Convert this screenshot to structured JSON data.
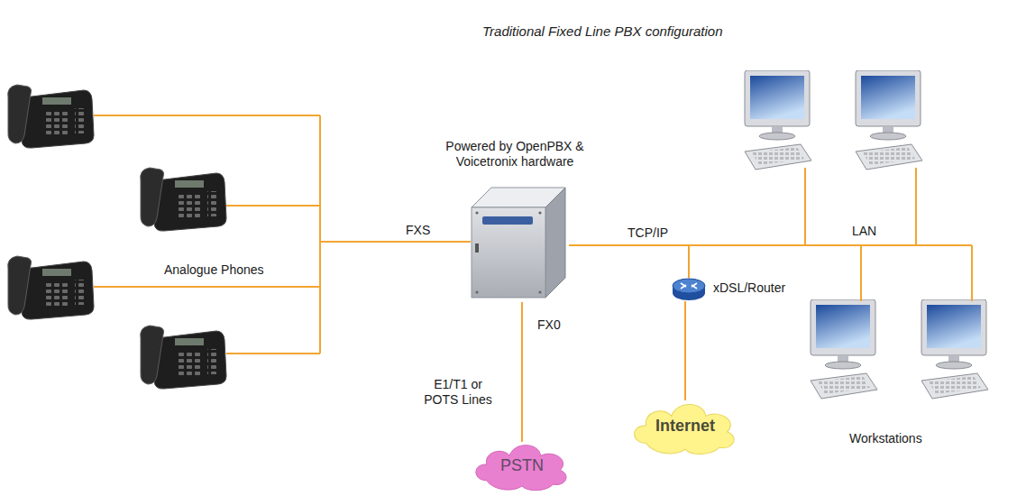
{
  "diagram": {
    "title": "Traditional Fixed Line PBX configuration",
    "nodes": [
      {
        "text": [
          "Powered by OpenPBX & Voicetronix hardware"
        ]
      },
      {
        "text": [
          "xDSL/Router"
        ]
      },
      {
        "text": [
          "Internet"
        ]
      },
      {
        "text": [
          "PSTN"
        ]
      }
    ],
    "edges": [
      {
        "from": 0,
        "to": 1,
        "arrow": "none",
        "label": "TCP/IP"
      },
      {
        "from": 1,
        "to": 2,
        "arrow": "none"
      },
      {
        "from": 0,
        "to": 3,
        "arrow": "none",
        "label": "FX0"
      }
    ],
    "labels": [
      "FXS",
      "Analogue Phones",
      "E1/T1 or POTS Lines",
      "LAN",
      "Workstations"
    ]
  }
}
